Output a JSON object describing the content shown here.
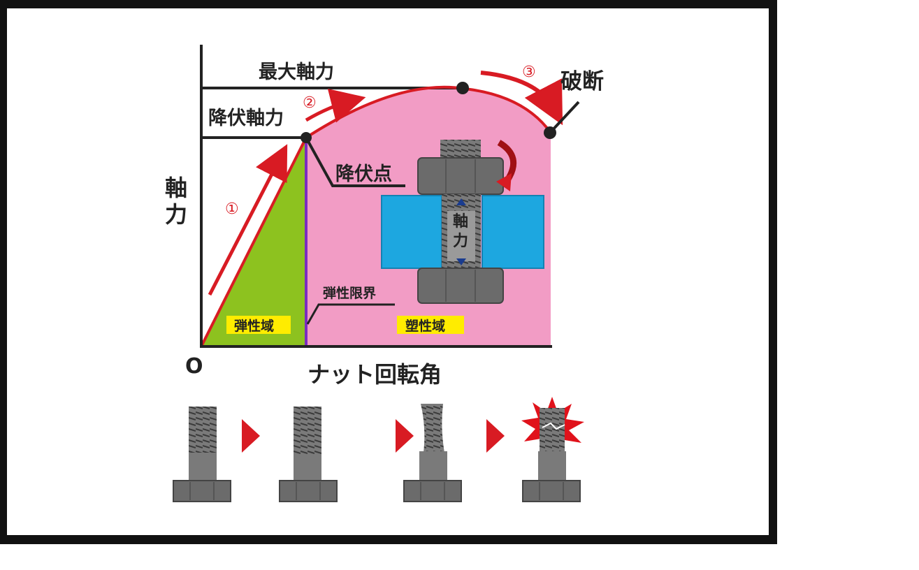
{
  "diagram": {
    "axis_y_label_1": "軸",
    "axis_y_label_2": "力",
    "axis_x_label": "ナット回転角",
    "origin_label": "O",
    "max_axial_force": "最大軸力",
    "yield_axial_force": "降伏軸力",
    "yield_point": "降伏点",
    "fracture": "破断",
    "elastic_limit": "弾性限界",
    "elastic_region": "弾性域",
    "plastic_region": "塑性域",
    "step_1": "①",
    "step_2": "②",
    "step_3": "③",
    "bolt_axial_1": "軸",
    "bolt_axial_2": "力"
  },
  "colors": {
    "elastic_fill": "#8dc21f",
    "plastic_fill": "#f29cc5",
    "curve_red": "#d81b23",
    "plate_blue": "#1da7e0",
    "label_yellow": "#ffec00",
    "bolt_gray": "#6b6b6b",
    "limit_line_purple": "#7b2cbf"
  },
  "sequence": {
    "stages": [
      "elastic",
      "yield",
      "plastic",
      "fracture"
    ]
  }
}
